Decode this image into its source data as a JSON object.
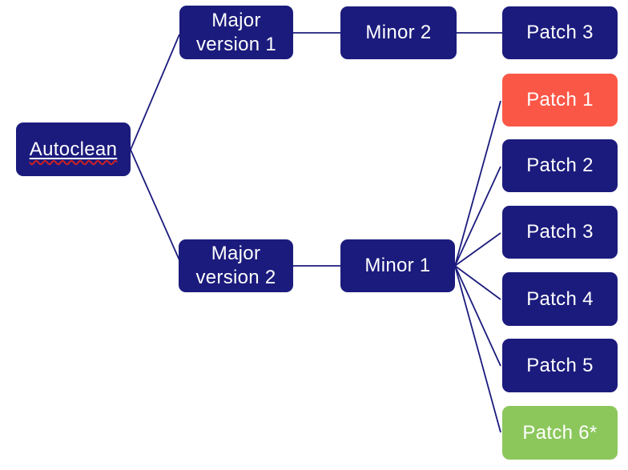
{
  "diagram": {
    "colors": {
      "navy": "#1b1b7d",
      "red": "#fb5747",
      "green": "#8cc75c",
      "line": "#1b1b7d",
      "text": "#ffffff",
      "spellcheck_underline": "#cc2222"
    },
    "nodes": {
      "root": {
        "label": "Autoclean"
      },
      "major1": {
        "label": "Major version 1"
      },
      "minor2": {
        "label": "Minor 2"
      },
      "patch3_top": {
        "label": "Patch 3"
      },
      "major2": {
        "label": "Major version 2"
      },
      "minor1": {
        "label": "Minor 1"
      },
      "patch1": {
        "label": "Patch 1"
      },
      "patch2": {
        "label": "Patch 2"
      },
      "patch3": {
        "label": "Patch 3"
      },
      "patch4": {
        "label": "Patch 4"
      },
      "patch5": {
        "label": "Patch 5"
      },
      "patch6": {
        "label": "Patch 6*"
      }
    },
    "edges": [
      {
        "from": "root",
        "to": "major1"
      },
      {
        "from": "root",
        "to": "major2"
      },
      {
        "from": "major1",
        "to": "minor2"
      },
      {
        "from": "minor2",
        "to": "patch3_top"
      },
      {
        "from": "major2",
        "to": "minor1"
      },
      {
        "from": "minor1",
        "to": "patch1"
      },
      {
        "from": "minor1",
        "to": "patch2"
      },
      {
        "from": "minor1",
        "to": "patch3"
      },
      {
        "from": "minor1",
        "to": "patch4"
      },
      {
        "from": "minor1",
        "to": "patch5"
      },
      {
        "from": "minor1",
        "to": "patch6"
      }
    ]
  }
}
